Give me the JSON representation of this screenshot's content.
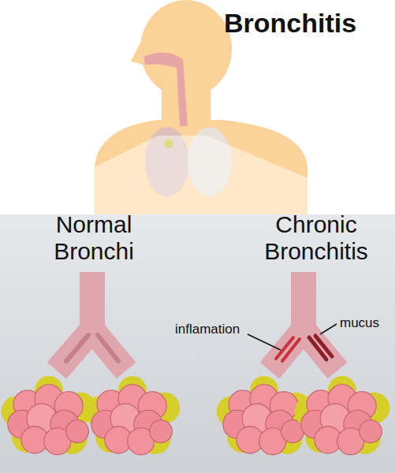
{
  "diagram": {
    "title": "Bronchitis",
    "labels": [
      "Normal Bronchi",
      "Chronic Bronchitis",
      "inflamation",
      "mucus"
    ]
  }
}
